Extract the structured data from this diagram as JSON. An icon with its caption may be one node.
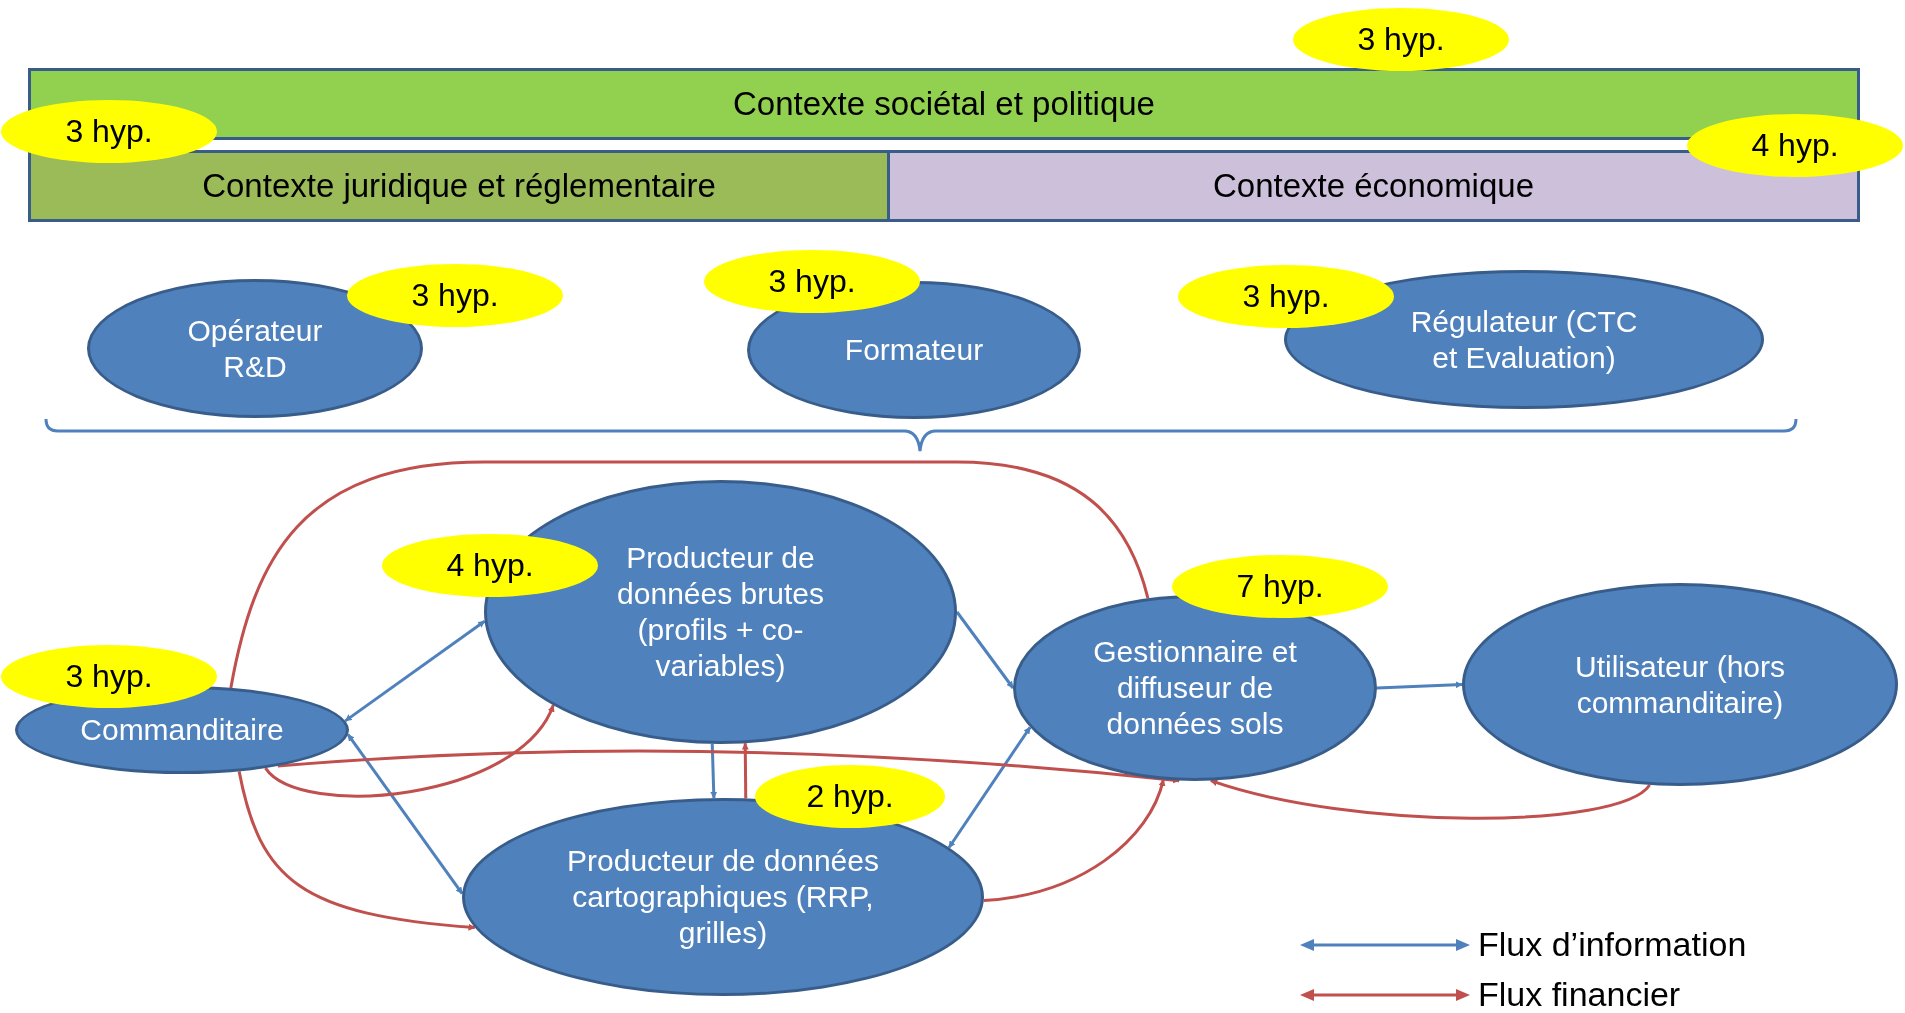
{
  "diagram": {
    "nodes": [
      {
        "text": [
          "3 hyp."
        ]
      },
      {
        "text": [
          "Contexte sociétal et politique"
        ]
      },
      {
        "text": [
          "3 hyp."
        ]
      },
      {
        "text": [
          "Contexte juridique et réglementaire"
        ]
      },
      {
        "text": [
          "Contexte économique"
        ]
      },
      {
        "text": [
          "4 hyp."
        ]
      },
      {
        "text": [
          "Opérateur R&D"
        ]
      },
      {
        "text": [
          "3 hyp."
        ]
      },
      {
        "text": [
          "Formateur"
        ]
      },
      {
        "text": [
          "3 hyp."
        ]
      },
      {
        "text": [
          "Régulateur (CTC et Evaluation)"
        ]
      },
      {
        "text": [
          "3 hyp."
        ]
      },
      {
        "text": [
          "Producteur de données brutes (profils + co-variables)"
        ]
      },
      {
        "text": [
          "4 hyp."
        ]
      },
      {
        "text": [
          "Gestionnaire et diffuseur  de données  sols"
        ]
      },
      {
        "text": [
          "7 hyp."
        ]
      },
      {
        "text": [
          "3 hyp."
        ]
      },
      {
        "text": [
          "Commanditaire"
        ]
      },
      {
        "text": [
          "Utilisateur (hors commanditaire)"
        ]
      },
      {
        "text": [
          "2 hyp."
        ]
      },
      {
        "text": [
          "Producteur de données cartographiques (RRP, grilles)"
        ]
      }
    ],
    "edges": [
      {
        "from": 17,
        "to": 12,
        "arrow": "both",
        "color": "#4f81bd"
      },
      {
        "from": 17,
        "to": 20,
        "arrow": "both",
        "color": "#4f81bd"
      },
      {
        "from": 12,
        "to": 14,
        "arrow": "to",
        "color": "#4f81bd"
      },
      {
        "from": 12,
        "to": 20,
        "arrow": "to",
        "color": "#4f81bd"
      },
      {
        "from": 20,
        "to": 12,
        "arrow": "to"
      },
      {
        "from": 14,
        "to": 20,
        "arrow": "both",
        "color": "#4f81bd"
      },
      {
        "from": 14,
        "to": 18,
        "arrow": "to",
        "color": "#4f81bd"
      },
      {
        "from": 17,
        "to": 14,
        "arrow": "none"
      },
      {
        "from": 17,
        "to": 12,
        "arrow": "to"
      },
      {
        "from": 17,
        "to": 14,
        "arrow": "to"
      },
      {
        "from": 17,
        "to": 20,
        "arrow": "to"
      },
      {
        "from": 20,
        "to": 14,
        "arrow": "to"
      },
      {
        "from": 18,
        "to": 14,
        "arrow": "to"
      }
    ],
    "legend": [
      {
        "text": "Flux d’information"
      },
      {
        "text": "Flux financier"
      }
    ]
  }
}
